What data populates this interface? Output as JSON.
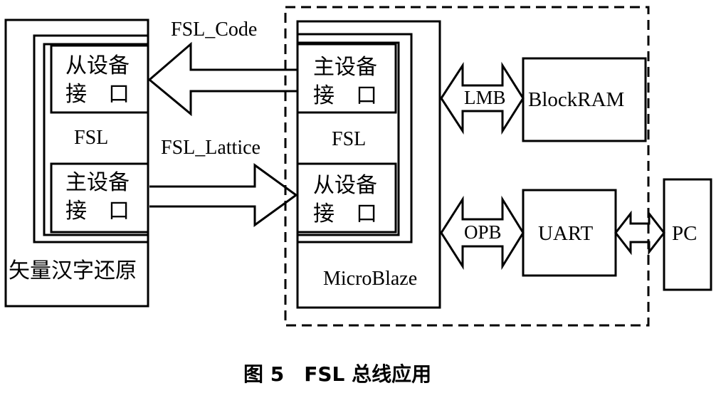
{
  "left_module": {
    "title": "矢量汉字还原",
    "fsl": "FSL",
    "slave_interface": {
      "line1": "从设备",
      "line2": "接　口"
    },
    "master_interface": {
      "line1": "主设备",
      "line2": "接　口"
    }
  },
  "links": {
    "fsl_code": "FSL_Code",
    "fsl_lattice": "FSL_Lattice",
    "lmb": "LMB",
    "opb": "OPB"
  },
  "microblaze": {
    "title": "MicroBlaze",
    "fsl": "FSL",
    "master_interface": {
      "line1": "主设备",
      "line2": "接　口"
    },
    "slave_interface": {
      "line1": "从设备",
      "line2": "接　口"
    }
  },
  "peripherals": {
    "blockram": "BlockRAM",
    "uart": "UART",
    "pc": "PC"
  },
  "caption": "图 5　FSL 总线应用"
}
